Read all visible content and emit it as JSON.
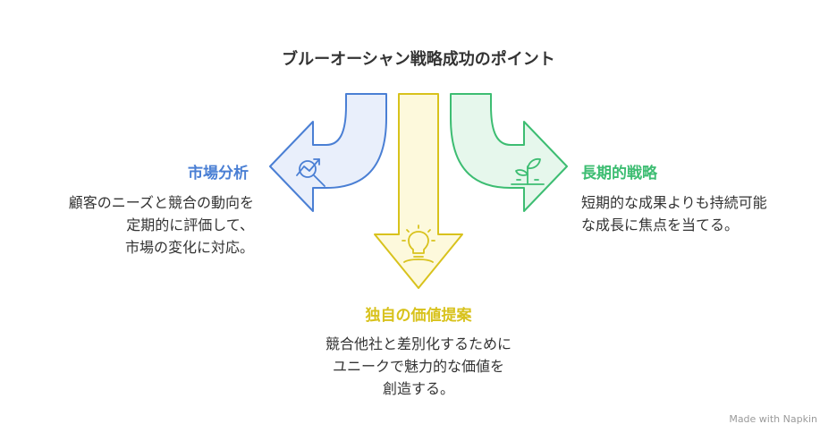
{
  "title": "ブルーオーシャン戦略成功のポイント",
  "items": [
    {
      "heading": "市場分析",
      "description": "顧客のニーズと競合の動向を\n定期的に評価して、\n市場の変化に対応。",
      "color": "#4a7fd4",
      "fill": "#e9effb",
      "icon": "chart-trend-magnifier-icon"
    },
    {
      "heading": "独自の価値提案",
      "description": "競合他社と差別化するために\nユニークで魅力的な価値を\n創造する。",
      "color": "#d8c21c",
      "fill": "#fdf9dc",
      "icon": "lightbulb-icon"
    },
    {
      "heading": "長期的戦略",
      "description": "短期的な成果よりも持続可能\nな成長に焦点を当てる。",
      "color": "#3dbd72",
      "fill": "#e6f7ec",
      "icon": "sprout-icon"
    }
  ],
  "watermark": "Made with  Napkin"
}
